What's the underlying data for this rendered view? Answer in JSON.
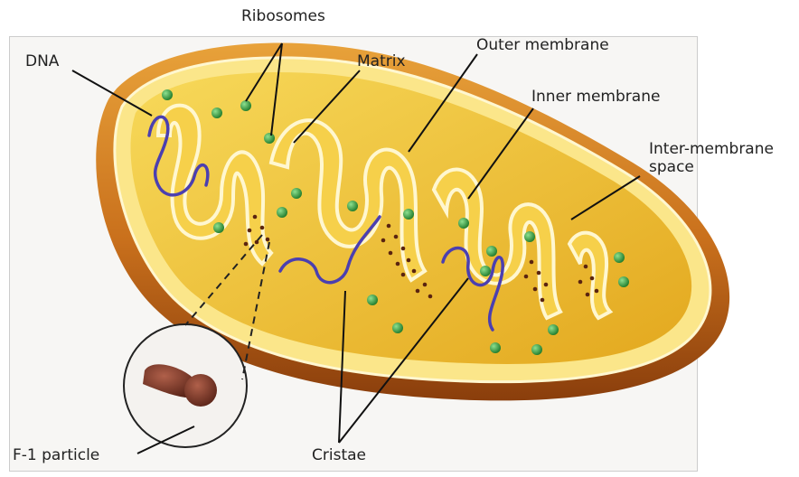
{
  "labels": {
    "ribosomes": "Ribosomes",
    "dna": "DNA",
    "matrix": "Matrix",
    "outer_membrane": "Outer membrane",
    "inner_membrane": "Inner membrane",
    "intermembrane_space": "Inter-membrane space",
    "f1_particle": "F-1 particle",
    "cristae": "Cristae"
  },
  "colors": {
    "outer_shell_light": "#d9922e",
    "outer_shell_dark": "#9a4a10",
    "inner_yellow": "#f3c93a",
    "membrane_edge": "#fff7d0",
    "dna": "#4b3fb0",
    "ribosome": "#2e9a3a",
    "atp_dots": "#5a2410",
    "f1_particle": "#7a3a28"
  },
  "icons": {
    "mitochondrion": "mitochondrion-illustration",
    "f1_zoom": "f1-particle-magnified"
  }
}
